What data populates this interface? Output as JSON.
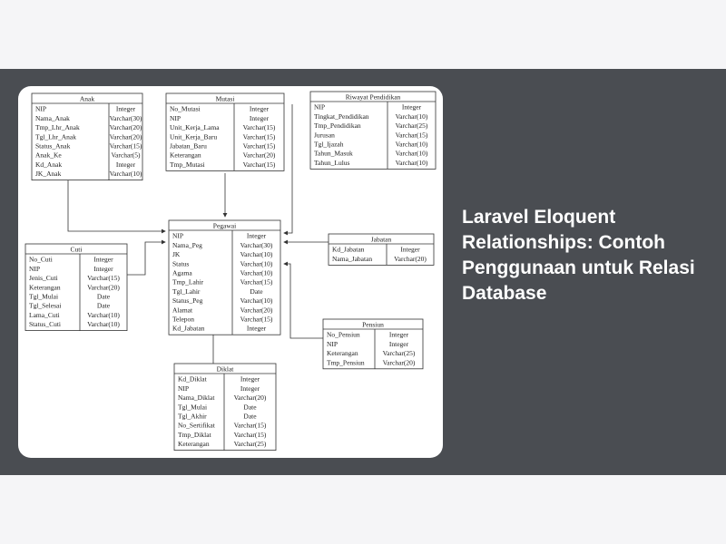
{
  "title": "Laravel Eloquent Relationships: Contoh Penggunaan untuk Relasi Database",
  "entities": [
    {
      "name": "Anak",
      "rows": [
        [
          "NIP",
          "Integer"
        ],
        [
          "Nama_Anak",
          "Varchar(30)"
        ],
        [
          "Tmp_Lhr_Anak",
          "Varchar(20)"
        ],
        [
          "Tgl_Lhr_Anak",
          "Varchar(20)"
        ],
        [
          "Status_Anak",
          "Varchar(15)"
        ],
        [
          "Anak_Ke",
          "Varchar(5)"
        ],
        [
          "Kd_Anak",
          "Integer"
        ],
        [
          "JK_Anak",
          "Varchar(10)"
        ]
      ]
    },
    {
      "name": "Mutasi",
      "rows": [
        [
          "No_Mutasi",
          "Integer"
        ],
        [
          "NIP",
          "Integer"
        ],
        [
          "Unit_Kerja_Lama",
          "Varchar(15)"
        ],
        [
          "Unit_Kerja_Baru",
          "Varchar(15)"
        ],
        [
          "Jabatan_Baru",
          "Varchar(15)"
        ],
        [
          "Keterangan",
          "Varchar(20)"
        ],
        [
          "Tmp_Mutasi",
          "Varchar(15)"
        ]
      ]
    },
    {
      "name": "Riwayat Pendidikan",
      "rows": [
        [
          "NIP",
          "Integer"
        ],
        [
          "Tingkat_Pendidikan",
          "Varchar(10)"
        ],
        [
          "Tmp_Pendidikan",
          "Varchar(25)"
        ],
        [
          "Jurusan",
          "Varchar(15)"
        ],
        [
          "Tgl_Ijazah",
          "Varchar(10)"
        ],
        [
          "Tahun_Masuk",
          "Varchar(10)"
        ],
        [
          "Tahun_Lulus",
          "Varchar(10)"
        ]
      ]
    },
    {
      "name": "Pegawai",
      "rows": [
        [
          "NIP",
          "Integer"
        ],
        [
          "Nama_Peg",
          "Varchar(30)"
        ],
        [
          "JK",
          "Varchar(10)"
        ],
        [
          "Status",
          "Varchar(10)"
        ],
        [
          "Agama",
          "Varchar(10)"
        ],
        [
          "Tmp_Lahir",
          "Varchar(15)"
        ],
        [
          "Tgl_Lahir",
          "Date"
        ],
        [
          "Status_Peg",
          "Varchar(10)"
        ],
        [
          "Alamat",
          "Varchar(20)"
        ],
        [
          "Telepon",
          "Varchar(15)"
        ],
        [
          "Kd_Jabatan",
          "Integer"
        ]
      ]
    },
    {
      "name": "Cuti",
      "rows": [
        [
          "No_Cuti",
          "Integer"
        ],
        [
          "NIP",
          "Integer"
        ],
        [
          "Jenis_Cuti",
          "Varchar(15)"
        ],
        [
          "Keterangan",
          "Varchar(20)"
        ],
        [
          "Tgl_Mulai",
          "Date"
        ],
        [
          "Tgl_Selesai",
          "Date"
        ],
        [
          "Lama_Cuti",
          "Varchar(10)"
        ],
        [
          "Status_Cuti",
          "Varchar(10)"
        ]
      ]
    },
    {
      "name": "Jabatan",
      "rows": [
        [
          "Kd_Jabatan",
          "Integer"
        ],
        [
          "Nama_Jabatan",
          "Varchar(20)"
        ]
      ]
    },
    {
      "name": "Pensiun",
      "rows": [
        [
          "No_Pensiun",
          "Integer"
        ],
        [
          "NIP",
          "Integer"
        ],
        [
          "Keterangan",
          "Varchar(25)"
        ],
        [
          "Tmp_Pensiun",
          "Varchar(20)"
        ]
      ]
    },
    {
      "name": "Diklat",
      "rows": [
        [
          "Kd_Diklat",
          "Integer"
        ],
        [
          "NIP",
          "Integer"
        ],
        [
          "Nama_Diklat",
          "Varchar(20)"
        ],
        [
          "Tgl_Mulai",
          "Date"
        ],
        [
          "Tgl_Akhir",
          "Date"
        ],
        [
          "No_Sertifikat",
          "Varchar(15)"
        ],
        [
          "Tmp_Diklat",
          "Varchar(15)"
        ],
        [
          "Keterangan",
          "Varchar(25)"
        ]
      ]
    }
  ]
}
